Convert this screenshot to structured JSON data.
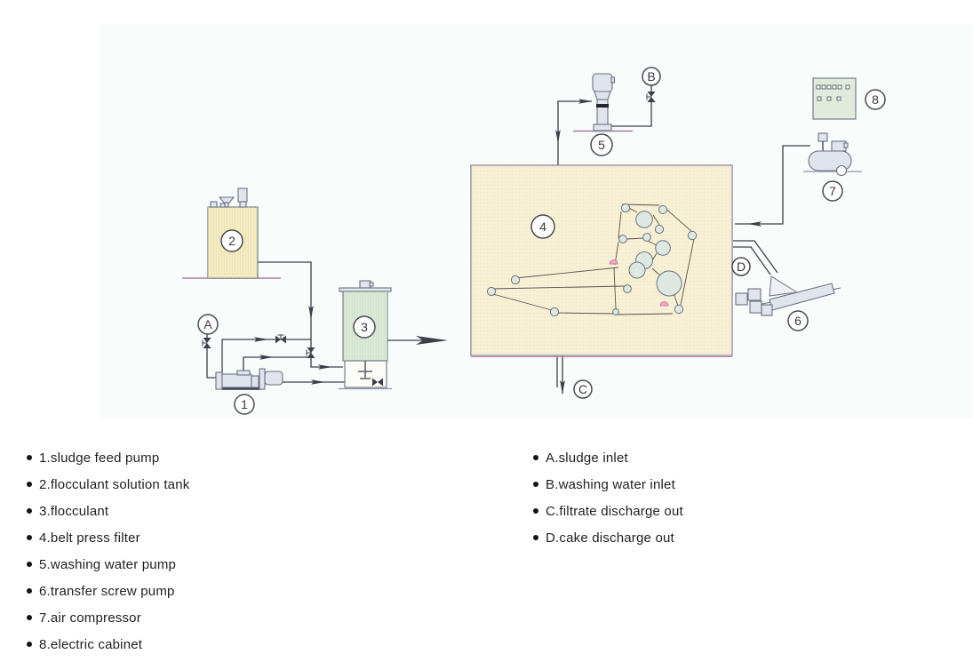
{
  "theme": {
    "pipe": "#3e3f48",
    "outline": "#6b7280",
    "metal": "#dfe4ed",
    "tank2": "#f3ecc2",
    "tank3": "#d9e9d4",
    "belt": "#f8f1d6",
    "cabinet": "#e0ebdc",
    "roller": "#dde9e0",
    "groundpink": "#a87ca8",
    "text": "#1f1f1f"
  },
  "diagram": {
    "equipment_labels": {
      "n1": "1",
      "n2": "2",
      "n3": "3",
      "n4": "4",
      "n5": "5",
      "n6": "6",
      "n7": "7",
      "n8": "8"
    },
    "port_labels": {
      "a": "A",
      "b": "B",
      "c": "C",
      "d": "D"
    }
  },
  "legend_left": {
    "items": [
      "1.sludge feed pump",
      "2.flocculant solution tank",
      "3.flocculant",
      "4.belt press filter",
      "5.washing water pump",
      "6.transfer screw pump",
      "7.air compressor",
      "8.electric cabinet"
    ]
  },
  "legend_right": {
    "items": [
      "A.sludge inlet",
      "B.washing water inlet",
      "C.filtrate discharge out",
      "D.cake discharge out"
    ]
  }
}
